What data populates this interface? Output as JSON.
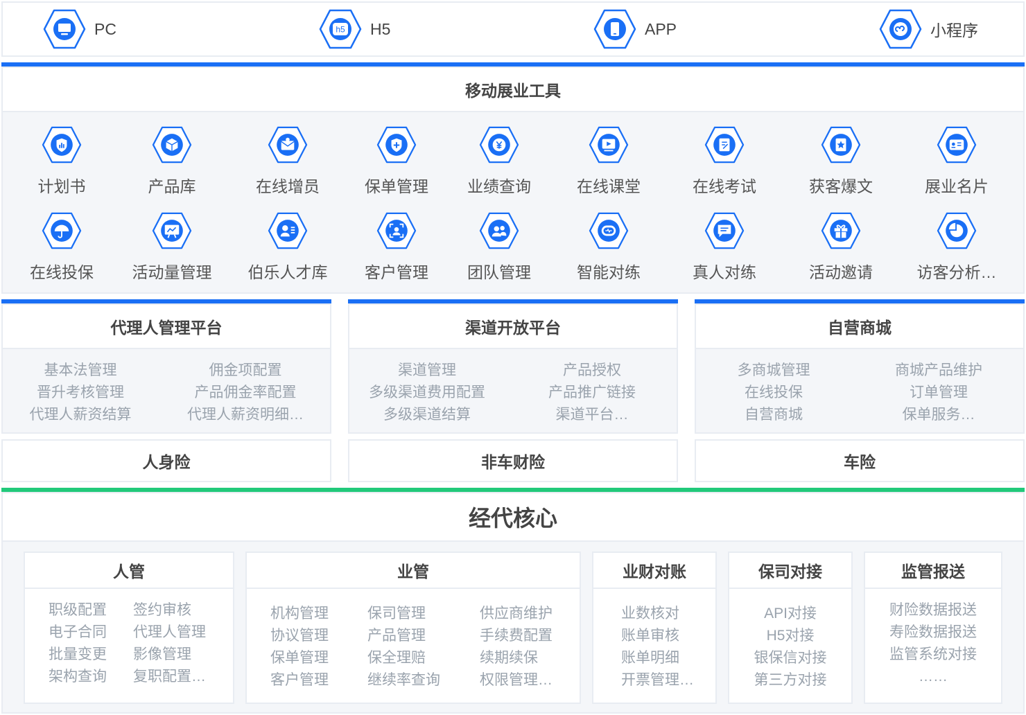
{
  "colors": {
    "accent": "#1a6ff5",
    "green": "#21c97a",
    "border": "#e8ecf2",
    "panel": "#f4f6f9"
  },
  "channels": [
    {
      "label": "PC",
      "icon": "monitor-icon"
    },
    {
      "label": "H5",
      "icon": "h5-icon"
    },
    {
      "label": "APP",
      "icon": "phone-icon"
    },
    {
      "label": "小程序",
      "icon": "mini-program-icon"
    }
  ],
  "mobile_tools": {
    "title": "移动展业工具",
    "items": [
      {
        "label": "计划书",
        "icon": "shield-chart-icon"
      },
      {
        "label": "产品库",
        "icon": "cube-icon"
      },
      {
        "label": "在线增员",
        "icon": "mail-person-icon"
      },
      {
        "label": "保单管理",
        "icon": "shield-plus-icon"
      },
      {
        "label": "业绩查询",
        "icon": "yen-icon"
      },
      {
        "label": "在线课堂",
        "icon": "play-icon"
      },
      {
        "label": "在线考试",
        "icon": "edit-doc-icon"
      },
      {
        "label": "获客爆文",
        "icon": "star-doc-icon"
      },
      {
        "label": "展业名片",
        "icon": "card-icon"
      },
      {
        "label": "在线投保",
        "icon": "umbrella-icon"
      },
      {
        "label": "活动量管理",
        "icon": "chart-board-icon"
      },
      {
        "label": "伯乐人才库",
        "icon": "person-list-icon"
      },
      {
        "label": "客户管理",
        "icon": "scan-person-icon"
      },
      {
        "label": "团队管理",
        "icon": "team-icon"
      },
      {
        "label": "智能对练",
        "icon": "robot-icon"
      },
      {
        "label": "真人对练",
        "icon": "chat-icon"
      },
      {
        "label": "活动邀请",
        "icon": "gift-icon"
      },
      {
        "label": "访客分析…",
        "icon": "pie-icon"
      }
    ]
  },
  "platforms": [
    {
      "title": "代理人管理平台",
      "left": [
        "基本法管理",
        "晋升考核管理",
        "代理人薪资结算"
      ],
      "right": [
        "佣金项配置",
        "产品佣金率配置",
        "代理人薪资明细…"
      ]
    },
    {
      "title": "渠道开放平台",
      "left": [
        "渠道管理",
        "多级渠道费用配置",
        "多级渠道结算"
      ],
      "right": [
        "产品授权",
        "产品推广链接",
        "渠道平台…"
      ]
    },
    {
      "title": "自营商城",
      "left": [
        "多商城管理",
        "在线投保",
        "自营商城"
      ],
      "right": [
        "商城产品维护",
        "订单管理",
        "保单服务…"
      ]
    }
  ],
  "insurance": [
    "人身险",
    "非车财险",
    "车险"
  ],
  "core": {
    "title": "经代核心",
    "modules": [
      {
        "title": "人管",
        "cols": [
          [
            "职级配置",
            "电子合同",
            "批量变更",
            "架构查询"
          ],
          [
            "签约审核",
            "代理人管理",
            "影像管理",
            "复职配置…"
          ]
        ]
      },
      {
        "title": "业管",
        "cols": [
          [
            "机构管理",
            "协议管理",
            "保单管理",
            "客户管理"
          ],
          [
            "保司管理",
            "产品管理",
            "保全理赔",
            "继续率查询"
          ],
          [
            "供应商维护",
            "手续费配置",
            "续期续保",
            "权限管理…"
          ]
        ]
      },
      {
        "title": "业财对账",
        "cols": [
          [
            "业数核对",
            "账单审核",
            "账单明细",
            "开票管理…"
          ]
        ]
      },
      {
        "title": "保司对接",
        "cols": [
          [
            "API对接",
            "H5对接",
            "银保信对接",
            "第三方对接"
          ]
        ]
      },
      {
        "title": "监管报送",
        "cols": [
          [
            "财险数据报送",
            "寿险数据报送",
            "监管系统对接",
            "……"
          ]
        ]
      }
    ]
  }
}
